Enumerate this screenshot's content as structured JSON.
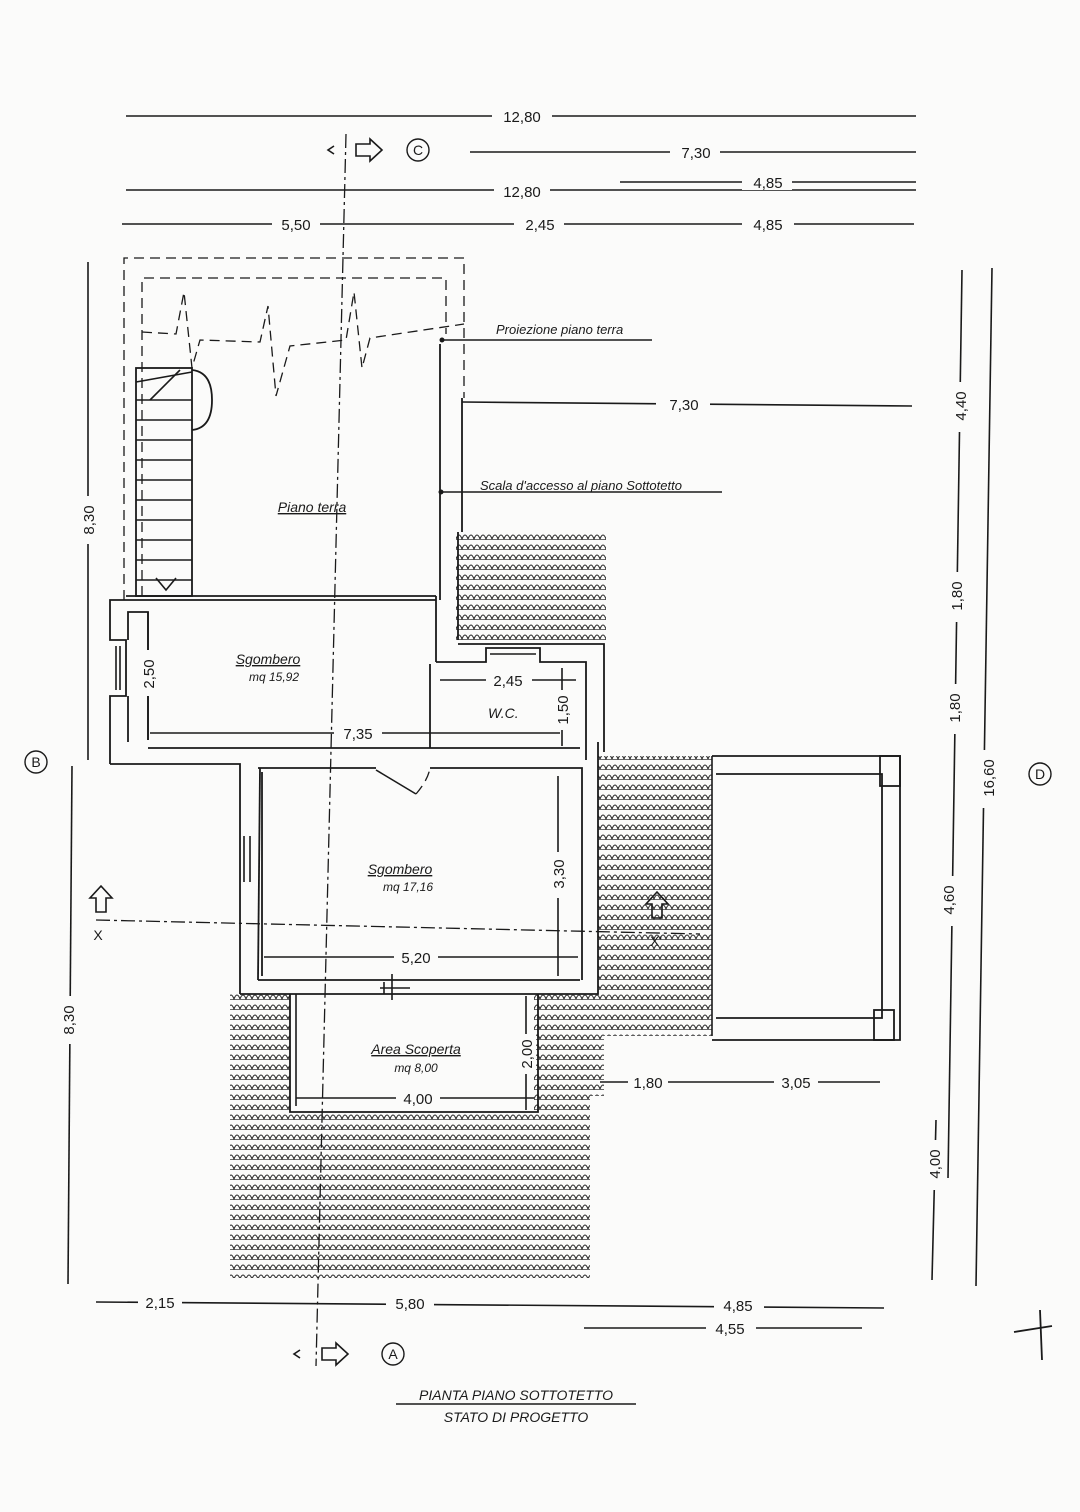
{
  "title": "PIANTA PIANO SOTTOTETTO",
  "subtitle": "STATO DI PROGETTO",
  "annotations": {
    "proiezione": "Proiezione piano terra",
    "scala": "Scala d'accesso al piano Sottotetto"
  },
  "rooms": {
    "piano_terra": "Piano terra",
    "sgombero1": "Sgombero",
    "sgombero1_area": "mq 15,92",
    "wc": "W.C.",
    "sgombero2": "Sgombero",
    "sgombero2_area": "mq 17,16",
    "area_scoperta": "Area Scoperta",
    "area_scoperta_area": "mq 8,00"
  },
  "dimensions": {
    "top1": "12,80",
    "top2": "7,30",
    "top3a": "12,80",
    "top3b": "4,85",
    "top4a": "5,50",
    "top4b": "2,45",
    "top4c": "4,85",
    "right_inner": "7,30",
    "wc_width": "2,45",
    "wc_height": "1,50",
    "sg1_height": "2,50",
    "sg1_width": "7,35",
    "sg2_height": "3,30",
    "sg2_width": "5,20",
    "as_height": "2,00",
    "as_width": "4,00",
    "ter_a": "1,80",
    "ter_b": "3,05",
    "left_top": "8,30",
    "left_bottom": "8,30",
    "right_a": "4,40",
    "right_b": "1,80",
    "right_c": "1,80",
    "right_d": "4,60",
    "right_e": "4,00",
    "right_total": "16,60",
    "bottom_a": "2,15",
    "bottom_b": "5,80",
    "bottom_c": "4,85",
    "bottom_d": "4,55"
  },
  "sections": {
    "c": "C",
    "a": "A",
    "b": "B",
    "d": "D",
    "x": "X",
    "x_prime": "X'"
  }
}
